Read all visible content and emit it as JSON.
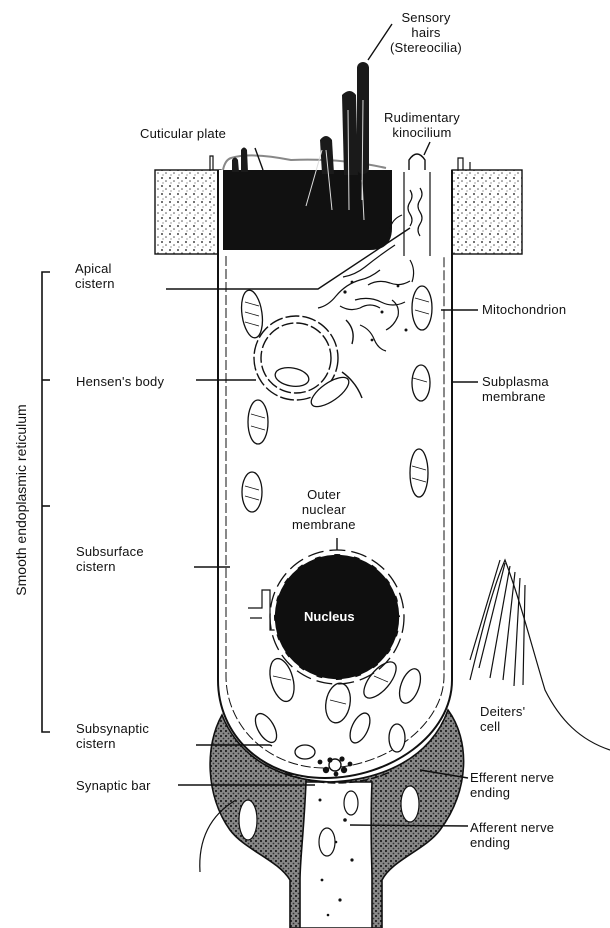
{
  "labels": {
    "sensory_hairs": "Sensory\nhairs\n(Stereocilia)",
    "rudimentary_kinocilium": "Rudimentary\nkinocilium",
    "cuticular_plate": "Cuticular plate",
    "apical_cistern": "Apical\ncistern",
    "mitochondrion": "Mitochondrion",
    "hensens_body": "Hensen's body",
    "subplasma_membrane": "Subplasma\nmembrane",
    "outer_nuclear_membrane": "Outer\nnuclear\nmembrane",
    "subsurface_cistern": "Subsurface\ncistern",
    "nucleus": "Nucleus",
    "deiters_cell": "Deiters'\ncell",
    "subsynaptic_cistern": "Subsynaptic\ncistern",
    "synaptic_bar": "Synaptic bar",
    "efferent_nerve_ending": "Efferent nerve\nending",
    "afferent_nerve_ending": "Afferent nerve\nending",
    "smooth_er": "Smooth endoplasmic reticulum"
  }
}
